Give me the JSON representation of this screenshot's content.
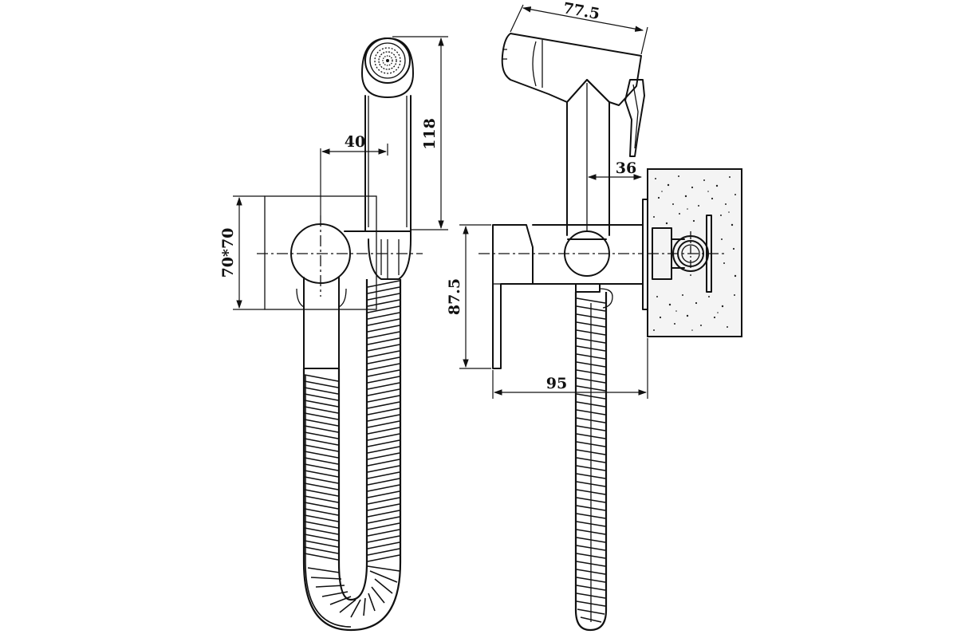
{
  "dimensions": {
    "front_width": "40",
    "front_height": "118",
    "plate_size": "70*70",
    "side_head_length": "77.5",
    "side_head_offset": "36",
    "side_height": "87.5",
    "side_depth": "95"
  },
  "colors": {
    "line": "#111111",
    "background": "#ffffff",
    "wall_speckle": "#222222"
  }
}
